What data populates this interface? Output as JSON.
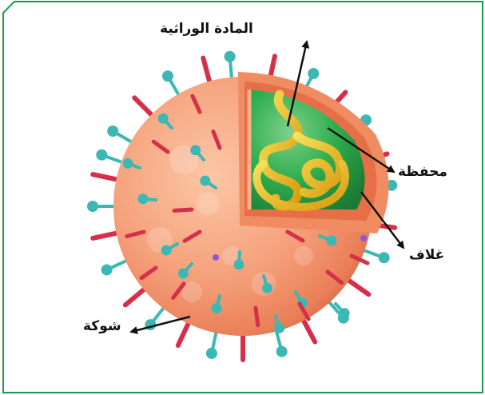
{
  "labels": {
    "genetic_material": "المادة الوراثية",
    "capsid": "محفظة",
    "envelope": "غلاف",
    "spike": "شوكة"
  },
  "colors": {
    "frame_border": "#1a9a4a",
    "envelope_fill": "#f4a07a",
    "capsid_fill": "#2aa845",
    "genetic_material": "#e8c21a",
    "spike_teal": "#3bb8b4",
    "spike_red": "#d62f4a",
    "arrow": "#111111"
  }
}
